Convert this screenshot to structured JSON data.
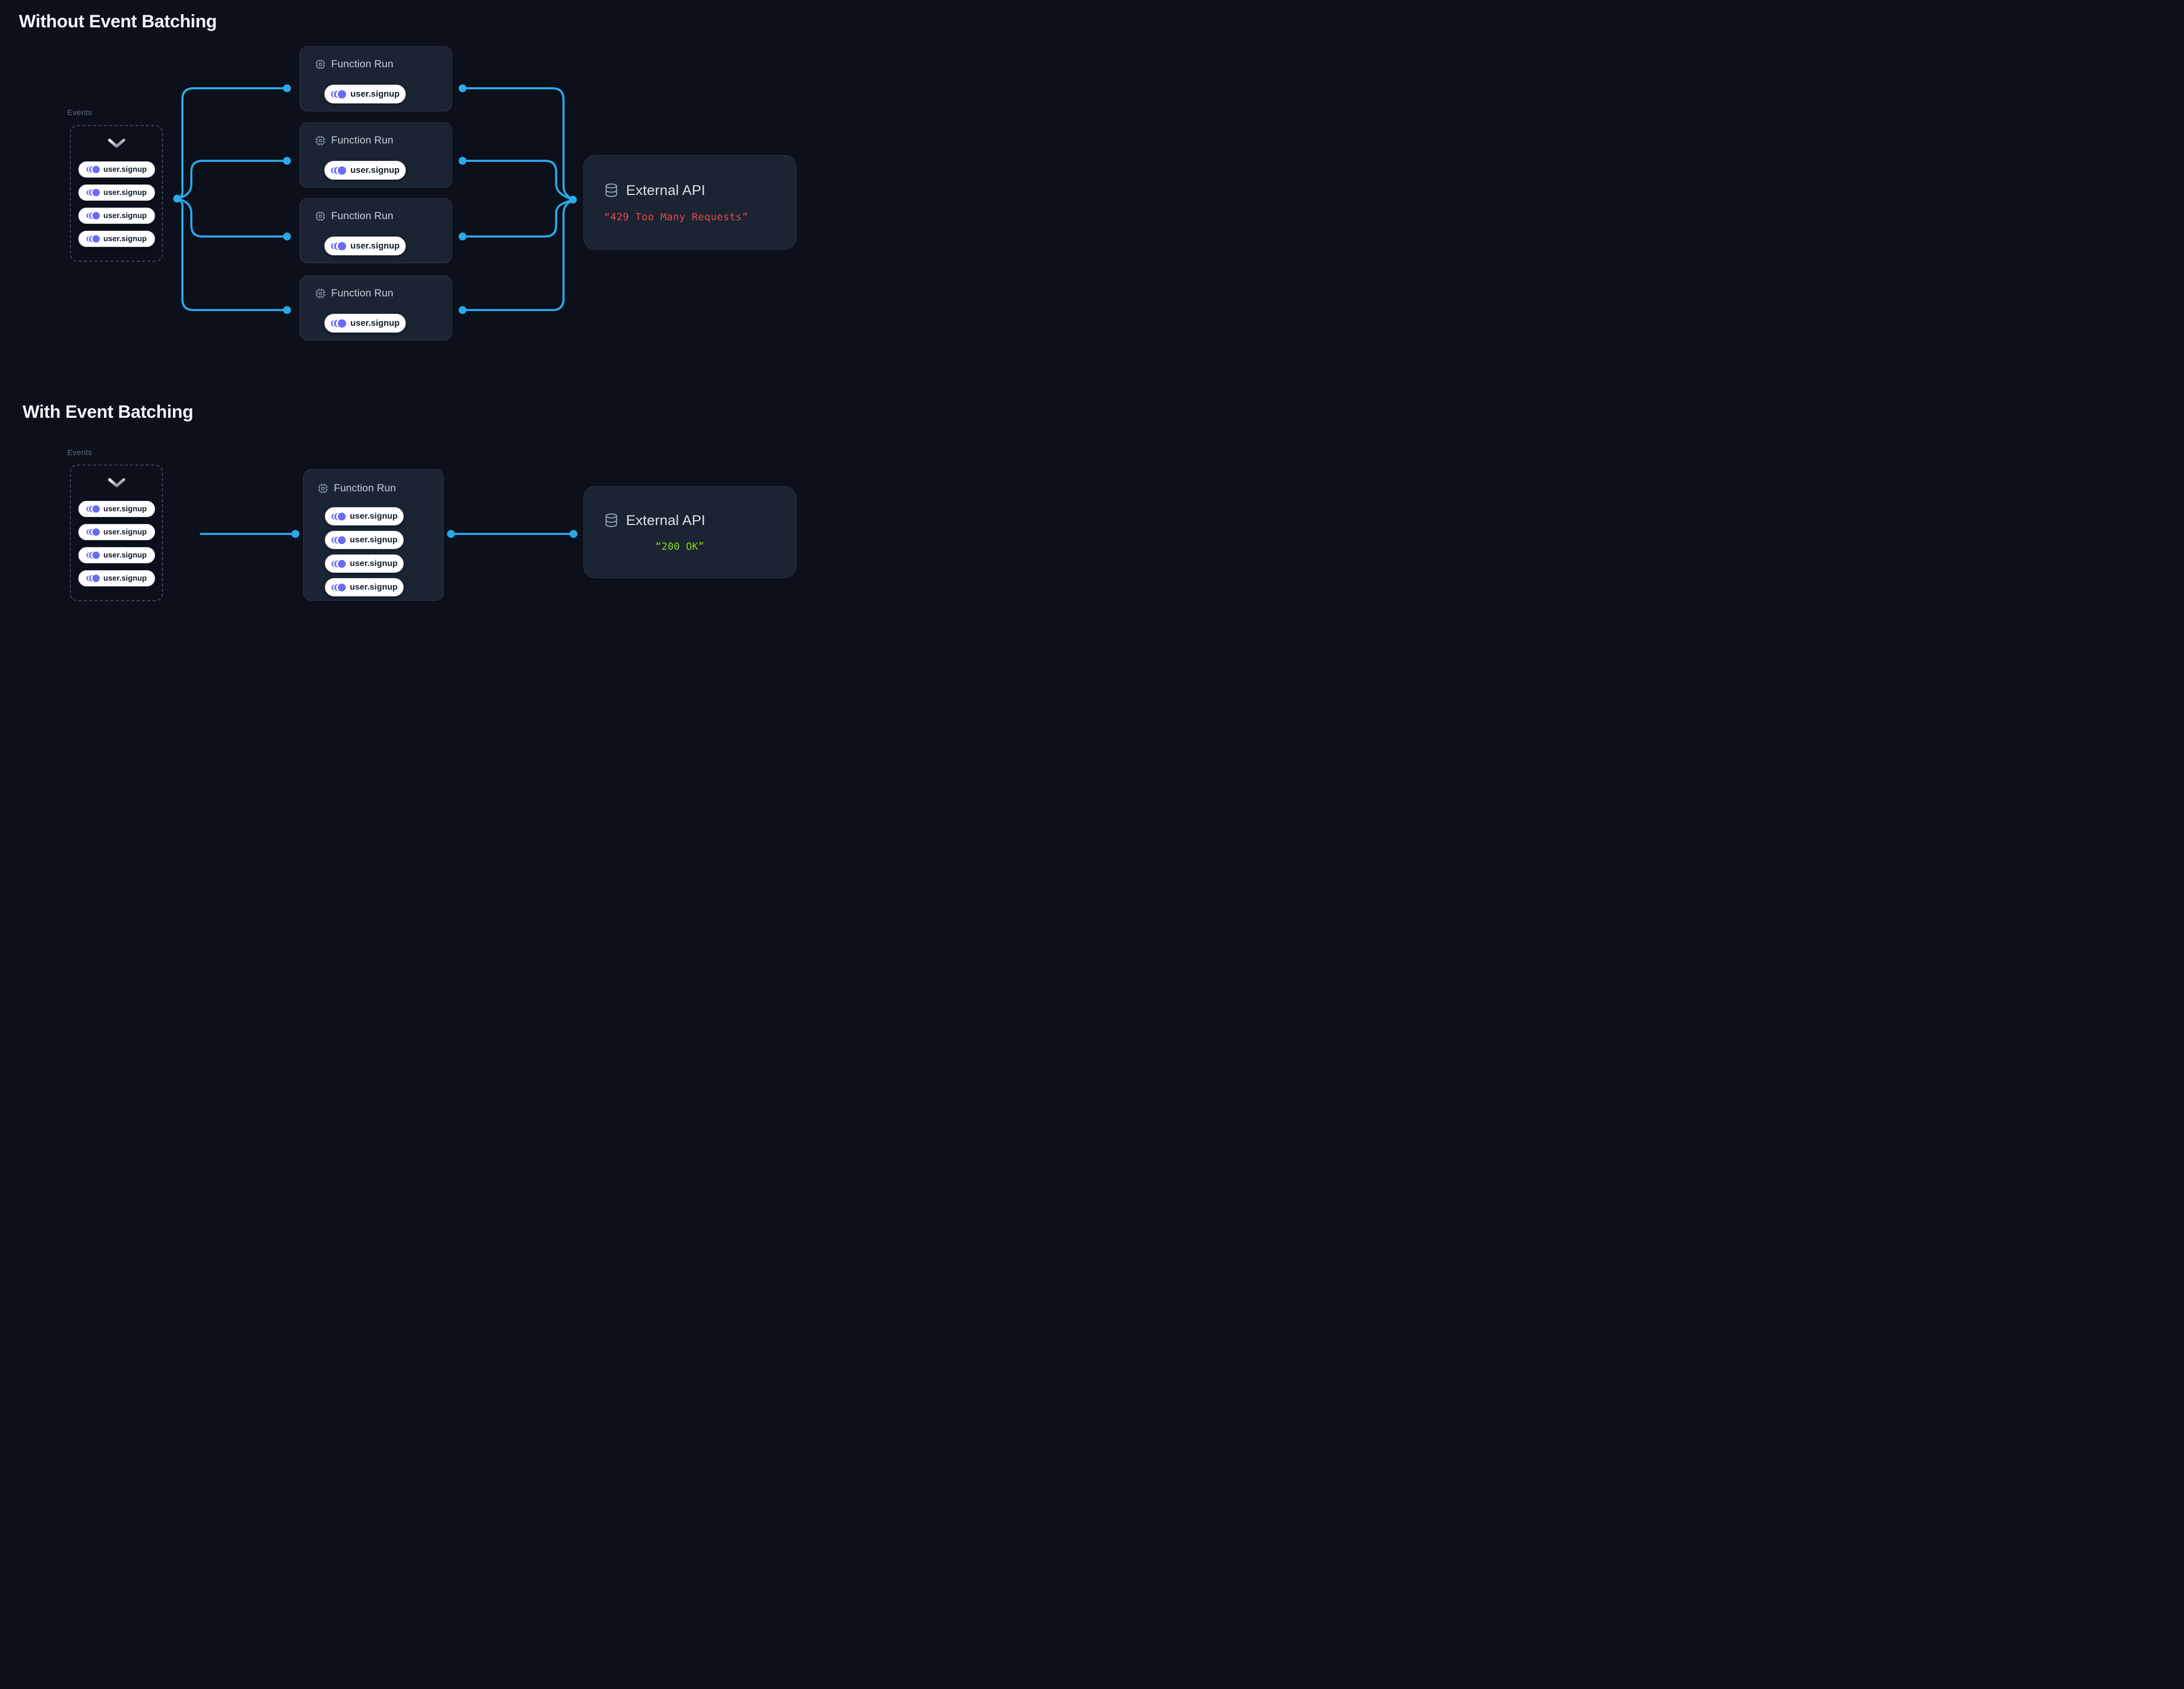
{
  "diagram": {
    "colors": {
      "background": "#0b101b",
      "connector": "#2aa9e9",
      "event_icon": "#6b6af3",
      "error": "#ef4747",
      "success": "#8fdc12"
    },
    "sections": [
      {
        "title": "Without Event Batching",
        "events_panel": {
          "label": "Events",
          "events": [
            "user.signup",
            "user.signup",
            "user.signup",
            "user.signup"
          ]
        },
        "function_runs": [
          {
            "title": "Function Run",
            "events": [
              "user.signup"
            ]
          },
          {
            "title": "Function Run",
            "events": [
              "user.signup"
            ]
          },
          {
            "title": "Function Run",
            "events": [
              "user.signup"
            ]
          },
          {
            "title": "Function Run",
            "events": [
              "user.signup"
            ]
          }
        ],
        "external_api": {
          "title": "External API",
          "status": "“429 Too Many Requests”",
          "status_color": "#ef4747"
        }
      },
      {
        "title": "With Event Batching",
        "events_panel": {
          "label": "Events",
          "events": [
            "user.signup",
            "user.signup",
            "user.signup",
            "user.signup"
          ]
        },
        "function_runs": [
          {
            "title": "Function Run",
            "events": [
              "user.signup",
              "user.signup",
              "user.signup",
              "user.signup"
            ]
          }
        ],
        "external_api": {
          "title": "External API",
          "status": "“200 OK”",
          "status_color": "#8fdc12"
        }
      }
    ]
  }
}
